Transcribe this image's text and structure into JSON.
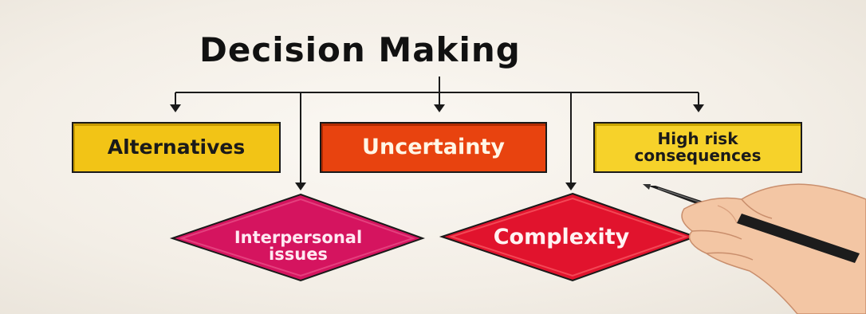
{
  "diagram": {
    "title": "Decision Making",
    "boxes": [
      {
        "label": "Alternatives"
      },
      {
        "label": "Uncertainty"
      },
      {
        "label_line1": "High risk",
        "label_line2": "consequences"
      }
    ],
    "diamonds": [
      {
        "label_line1": "Interpersonal",
        "label_line2": "issues"
      },
      {
        "label": "Complexity"
      }
    ]
  }
}
